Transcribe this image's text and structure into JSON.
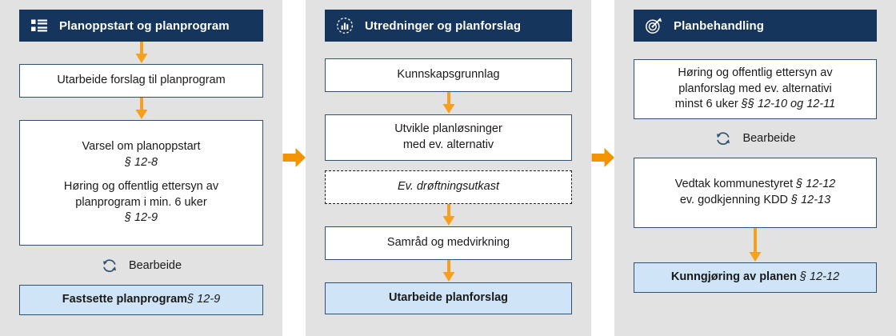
{
  "colors": {
    "header_navy": "#16355c",
    "panel_bg": "#e2e2e2",
    "box_border": "#2f5070",
    "highlight_fill": "#cfe4f7",
    "arrow_orange": "#f5a01e",
    "page_bg": "#ffffff"
  },
  "columns": [
    {
      "id": "planoppstart",
      "header": {
        "title": "Planoppstart og planprogram",
        "icon": "list-icon"
      },
      "nodes": [
        {
          "id": "utarbeide-forslag",
          "style": "plain",
          "lines": [
            {
              "text": "Utarbeide forslag til planprogram",
              "italic": false
            }
          ]
        },
        {
          "id": "varsel-og-horing",
          "style": "plain",
          "lines": [
            {
              "text": "Varsel om planoppstart",
              "italic": false
            },
            {
              "text": "§ 12-8",
              "italic": true
            },
            {
              "text": "",
              "italic": false
            },
            {
              "text": "Høring og offentlig ettersyn av",
              "italic": false
            },
            {
              "text": "planprogram i min. 6 uker",
              "italic": false
            },
            {
              "text": "§ 12-9",
              "italic": true
            }
          ]
        },
        {
          "id": "fastsette-planprogram",
          "style": "highlight",
          "lines": [
            {
              "text": "Fastsette planprogram ",
              "italic": false,
              "bold": true
            },
            {
              "text": "§ 12-9",
              "italic": true,
              "inline": true
            }
          ]
        }
      ],
      "cycle_label": "Bearbeide"
    },
    {
      "id": "utredninger",
      "header": {
        "title": "Utredninger og planforslag",
        "icon": "bar-chart-circle-icon"
      },
      "nodes": [
        {
          "id": "kunnskapsgrunnlag",
          "style": "plain",
          "lines": [
            {
              "text": "Kunnskapsgrunnlag",
              "italic": false
            }
          ]
        },
        {
          "id": "utvikle-planlosninger",
          "style": "plain",
          "lines": [
            {
              "text": "Utvikle planløsninger",
              "italic": false
            },
            {
              "text": "med ev. alternativ",
              "italic": false
            }
          ]
        },
        {
          "id": "ev-droftningsutkast",
          "style": "dashed",
          "lines": [
            {
              "text": "Ev. drøftningsutkast",
              "italic": true
            }
          ]
        },
        {
          "id": "samrad-og-medvirkning",
          "style": "plain",
          "lines": [
            {
              "text": "Samråd og medvirkning",
              "italic": false
            }
          ]
        },
        {
          "id": "utarbeide-planforslag",
          "style": "highlight",
          "lines": [
            {
              "text": "Utarbeide planforslag",
              "italic": false,
              "bold": true
            }
          ]
        }
      ]
    },
    {
      "id": "planbehandling",
      "header": {
        "title": "Planbehandling",
        "icon": "target-dart-icon"
      },
      "nodes": [
        {
          "id": "horing-planforslag",
          "style": "plain",
          "lines": [
            {
              "text": "Høring og offentlig ettersyn av",
              "italic": false
            },
            {
              "text": "planforslag med ev. alternativi",
              "italic": false
            },
            {
              "text": "minst 6 uker §§ 12-10 og 12-11",
              "italic": false,
              "mixed": true
            }
          ]
        },
        {
          "id": "vedtak-kommunestyret",
          "style": "plain",
          "lines": [
            {
              "text": "Vedtak kommunestyret § 12-12",
              "italic": false,
              "mixed": true
            },
            {
              "text": "ev. godkjenning KDD § 12-13",
              "italic": false,
              "mixed": true
            }
          ]
        },
        {
          "id": "kunngjoring-av-planen",
          "style": "highlight",
          "lines": [
            {
              "text": "Kunngjøring av planen ",
              "italic": false,
              "bold": true
            },
            {
              "text": "§ 12-12",
              "italic": true,
              "inline": true
            }
          ]
        }
      ],
      "cycle_label": "Bearbeide"
    }
  ],
  "text": {
    "col1_node1": "Utarbeide forslag til planprogram",
    "col1_node2_l1": "Varsel om planoppstart",
    "col1_node2_l2": "§ 12-8",
    "col1_node2_l3": "Høring og offentlig ettersyn av",
    "col1_node2_l4": "planprogram i min. 6 uker",
    "col1_node2_l5": "§ 12-9",
    "col1_cycle": "Bearbeide",
    "col1_node3_a": "Fastsette planprogram",
    "col1_node3_b": "§ 12-9",
    "col2_node1": "Kunnskapsgrunnlag",
    "col2_node2_l1": "Utvikle planløsninger",
    "col2_node2_l2": "med ev. alternativ",
    "col2_node3": "Ev. drøftningsutkast",
    "col2_node4": "Samråd og medvirkning",
    "col2_node5": "Utarbeide planforslag",
    "col3_node1_l1": "Høring og offentlig ettersyn av",
    "col3_node1_l2": "planforslag med ev. alternativi",
    "col3_node1_l3a": "minst 6 uker ",
    "col3_node1_l3b": "§§ 12-10 og 12-11",
    "col3_cycle": "Bearbeide",
    "col3_node2_l1a": "Vedtak kommunestyret ",
    "col3_node2_l1b": "§ 12-12",
    "col3_node2_l2a": "ev. godkjenning KDD ",
    "col3_node2_l2b": "§ 12-13",
    "col3_node3_a": "Kunngjøring av planen",
    "col3_node3_b": "§ 12-12",
    "header1": "Planoppstart og planprogram",
    "header2": "Utredninger og planforslag",
    "header3": "Planbehandling"
  }
}
